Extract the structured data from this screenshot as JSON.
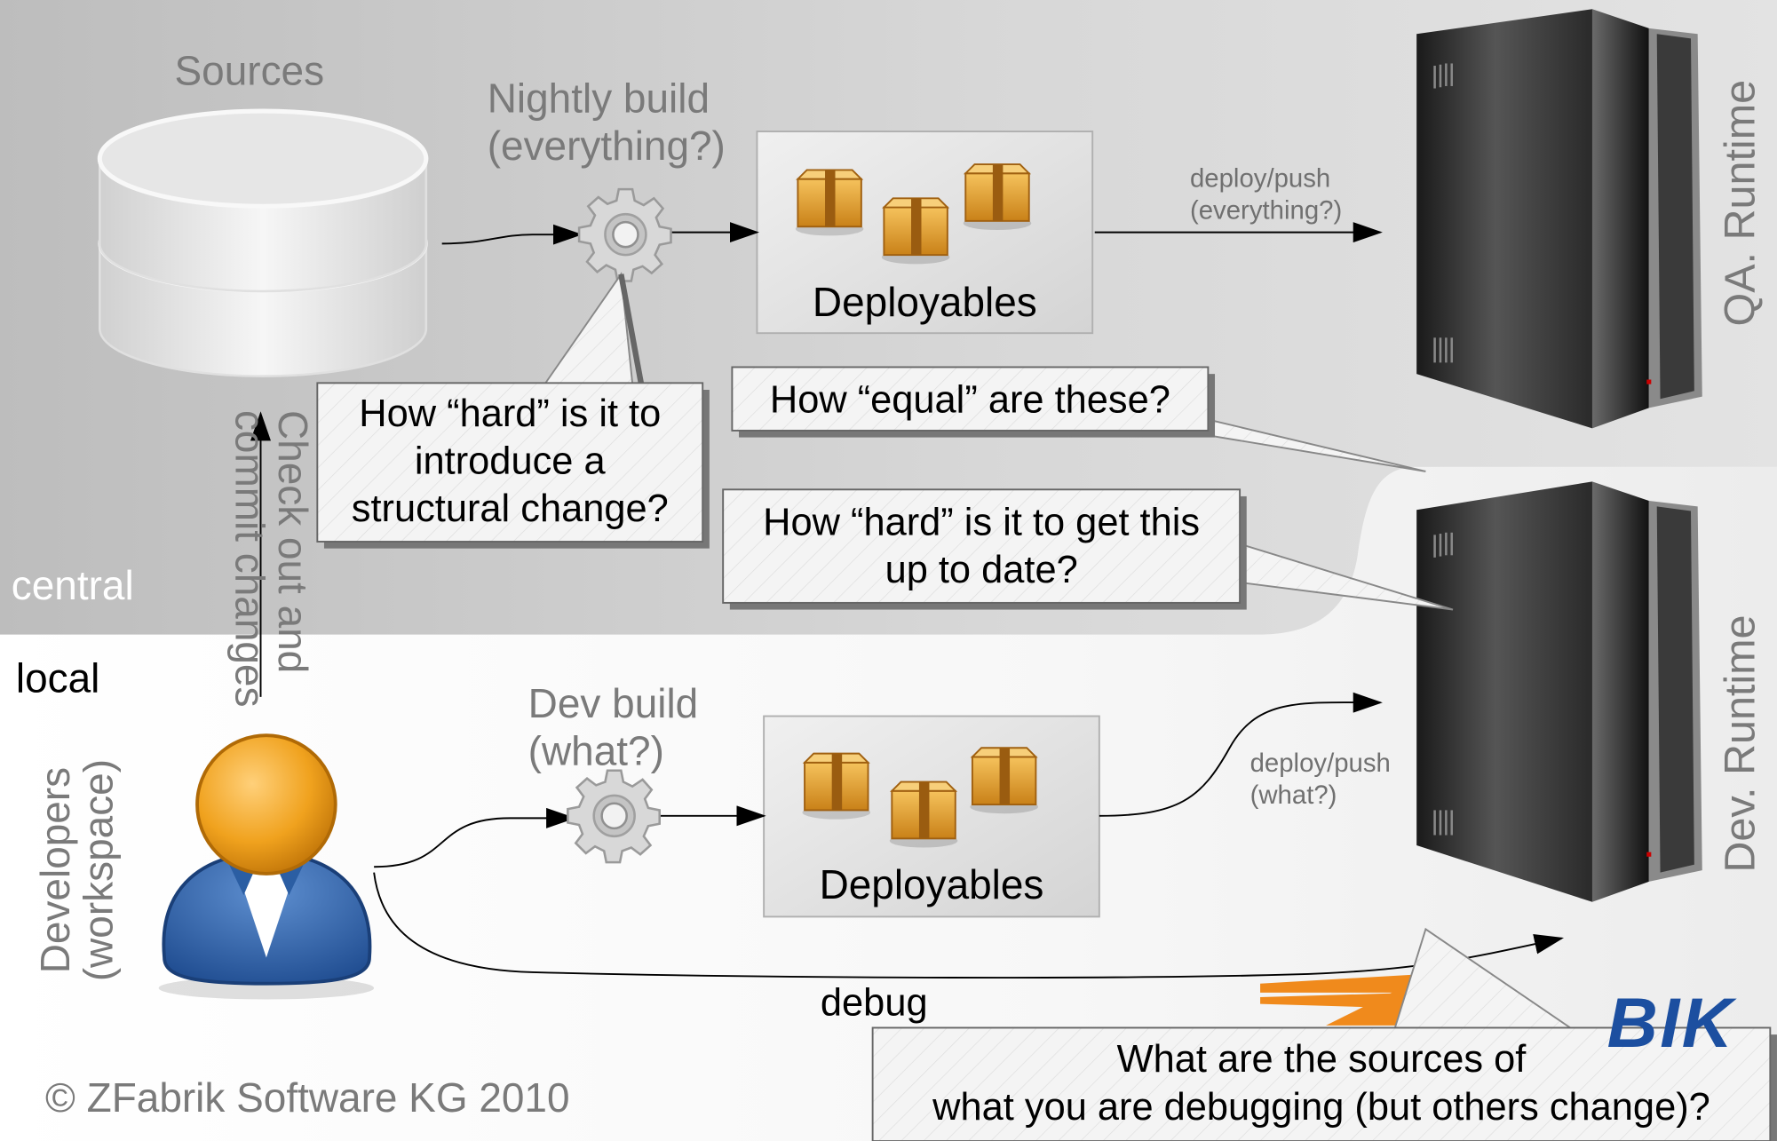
{
  "zones": {
    "central": "central",
    "local": "local"
  },
  "labels": {
    "sources": "Sources",
    "nightly_build_line1": "Nightly build",
    "nightly_build_line2": "(everything?)",
    "dev_build_line1": "Dev build",
    "dev_build_line2": "(what?)",
    "deployables_top": "Deployables",
    "deployables_bottom": "Deployables",
    "deploy_push_top_line1": "deploy/push",
    "deploy_push_top_line2": "(everything?)",
    "deploy_push_bottom_line1": "deploy/push",
    "deploy_push_bottom_line2": "(what?)",
    "check_out_line1": "Check out and",
    "check_out_line2": "commit changes",
    "developers_line1": "Developers",
    "developers_line2": "(workspace)",
    "debug": "debug",
    "qa_runtime": "QA. Runtime",
    "dev_runtime": "Dev. Runtime",
    "copyright": "© ZFabrik Software KG 2010",
    "logo_fragment": "BIK"
  },
  "callouts": {
    "structural_line1": "How “hard” is it to",
    "structural_line2": "introduce a",
    "structural_line3": "structural change?",
    "equal": "How “equal” are these?",
    "uptodate_line1": "How “hard” is it to get this",
    "uptodate_line2": "up to date?",
    "sources_line1": "What are the sources of",
    "sources_line2": "what you are debugging (but others change)?"
  },
  "icons": [
    "database-icon",
    "gear-icon",
    "package-icon",
    "server-icon",
    "user-icon"
  ],
  "colors": {
    "central_bg": "#c8c8c8",
    "package": "#e0a030",
    "person_head": "#eb9b16",
    "person_body": "#2f62a8",
    "server": "#2a2a2a",
    "logo_orange": "#f08a1c",
    "logo_blue": "#1c4fa0"
  }
}
